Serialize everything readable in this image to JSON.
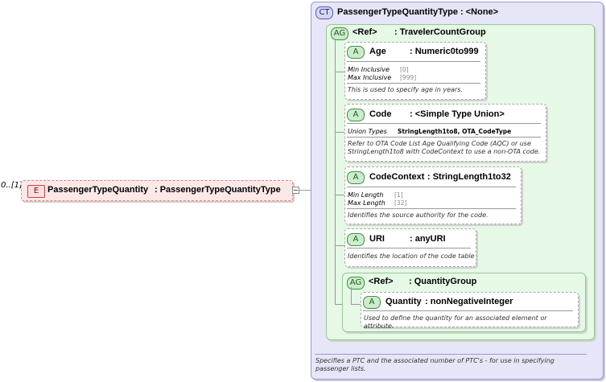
{
  "element": {
    "occurrence": "0..[1]",
    "badge": "E",
    "name": "PassengerTypeQuantity",
    "type": ": PassengerTypeQuantityType"
  },
  "complex_type": {
    "badge": "CT",
    "title": "PassengerTypeQuantityType : <None>",
    "doc_line1": "Specifies a PTC and the associated number of PTC's - for use in specifying",
    "doc_line2": "passenger lists."
  },
  "group1": {
    "badge": "AG",
    "ref": "<Ref>",
    "name": ": TravelerCountGroup"
  },
  "attr_age": {
    "badge": "A",
    "name": "Age",
    "type": ": Numeric0to999",
    "f1_label": "Min Inclusive",
    "f1_value": "[0]",
    "f2_label": "Max Inclusive",
    "f2_value": "[999]",
    "doc": "This is used to specify age in years."
  },
  "attr_code": {
    "badge": "A",
    "name": "Code",
    "type": ": <Simple Type Union>",
    "f1_label": "Union Types",
    "f1_value": "StringLength1to8, OTA_CodeType",
    "doc_line1": "Refer to OTA Code List Age Qualifying Code (AQC) or use",
    "doc_line2": "StringLength1to8 with CodeContext to use a non-OTA code."
  },
  "attr_codecontext": {
    "badge": "A",
    "name": "CodeContext",
    "type": ": StringLength1to32",
    "f1_label": "Min Length",
    "f1_value": "[1]",
    "f2_label": "Max Length",
    "f2_value": "[32]",
    "doc": "Identifies the source authority for the code."
  },
  "attr_uri": {
    "badge": "A",
    "name": "URI",
    "type": ": anyURI",
    "doc": "Identifies the location of the code table"
  },
  "group2": {
    "badge": "AG",
    "ref": "<Ref>",
    "name": ": QuantityGroup"
  },
  "attr_quantity": {
    "badge": "A",
    "name": "Quantity",
    "type": ": nonNegativeInteger",
    "doc": "Used to define the quantity for an associated element or attribute."
  }
}
